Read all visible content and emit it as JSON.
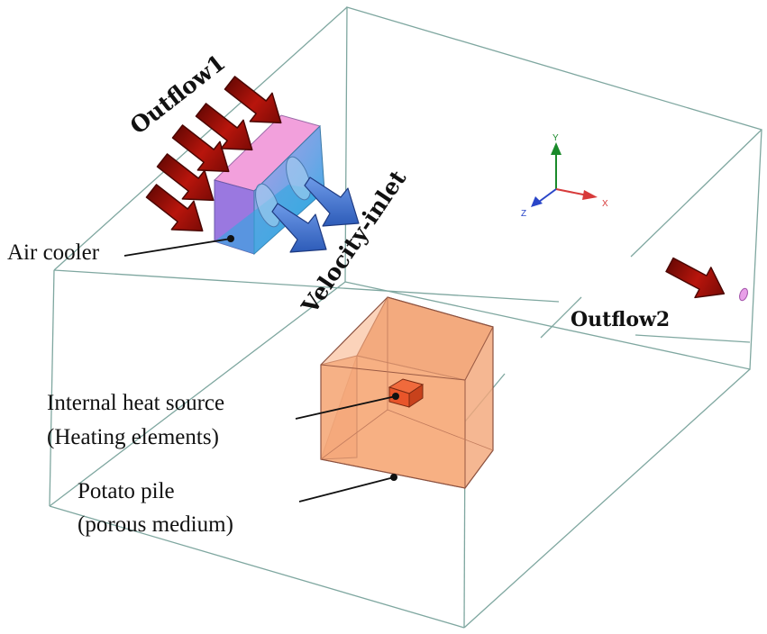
{
  "labels": {
    "outflow1": "Outflow1",
    "velocity_inlet": "Velocity-inlet",
    "outflow2": "Outflow2",
    "air_cooler": "Air cooler",
    "heat_source_line1": "Internal heat source",
    "heat_source_line2": "(Heating elements)",
    "potato_line1": "Potato pile",
    "potato_line2": "(porous medium)"
  },
  "axes": {
    "y": "Y",
    "x": "X",
    "z": "Z"
  },
  "colors": {
    "outline": "#7fa7a0",
    "arrow_red": "#b0120a",
    "arrow_blue": "#3a6fcf",
    "cooler_pink": "#f2a0dc",
    "cooler_cyan": "#38b6e6",
    "pile": "#f6a878",
    "heat_source": "#e8552a",
    "axis_y": "#1a8a2a",
    "axis_x": "#d73a3a",
    "axis_z": "#2a46c8"
  },
  "icons": [
    "red-flow-arrow",
    "blue-flow-arrow",
    "axis-triad"
  ]
}
